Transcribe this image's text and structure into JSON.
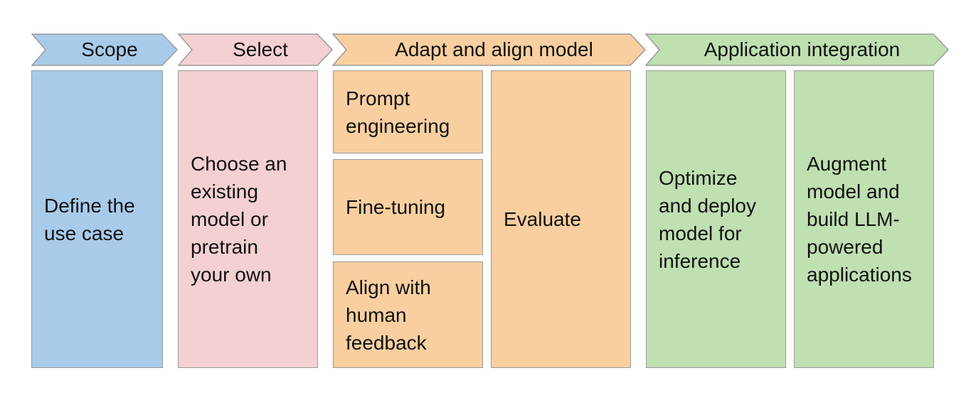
{
  "colors": {
    "scope": "#a8cbea",
    "select": "#f4d0d2",
    "adapt": "#f9cfa0",
    "application": "#bfe0b1"
  },
  "stages": [
    {
      "label": "Scope"
    },
    {
      "label": "Select"
    },
    {
      "label": "Adapt and align model"
    },
    {
      "label": "Application integration"
    }
  ],
  "boxes": {
    "scope": "Define the\nuse case",
    "select": "Choose an\nexisting\nmodel or\npretrain\nyour own",
    "prompt": "Prompt\nengineering",
    "finetune": "Fine-tuning",
    "align": "Align with\nhuman\nfeedback",
    "evaluate": "Evaluate",
    "optimize": "Optimize\nand deploy\nmodel for\ninference",
    "augment": "Augment\nmodel and\nbuild LLM-\npowered\napplications"
  }
}
